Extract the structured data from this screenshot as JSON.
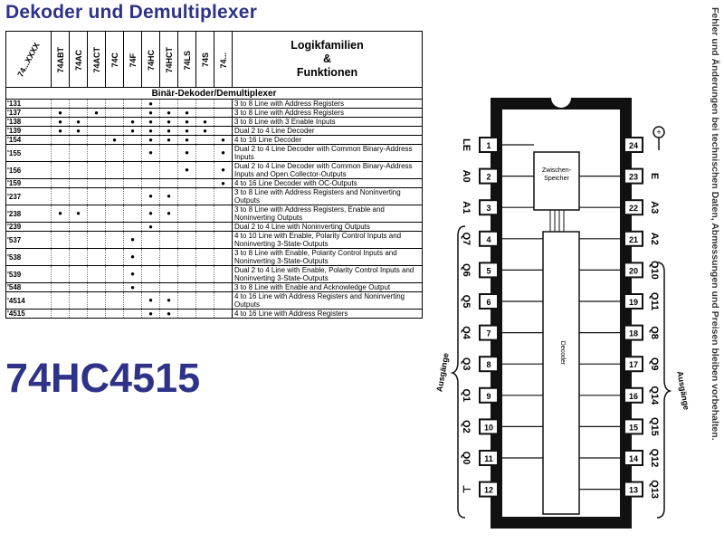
{
  "title": "Dekoder und Demultiplexer",
  "part_number": "74HC4515",
  "side_note": "Fehler und Änderungen bei technischen Daten, Abmessungen und Preisen bleiben vorbehalten.",
  "table": {
    "corner_label": "74...XXXX",
    "family_columns": [
      "74ABT",
      "74AC",
      "74ACT",
      "74C",
      "74F",
      "74HC",
      "74HCT",
      "74LS",
      "74S",
      "74..."
    ],
    "legend_header_lines": [
      "Logikfamilien",
      "&",
      "Funktionen"
    ],
    "section_label": "Binär-Dekoder/Demultiplexer",
    "dot": "●",
    "rows": [
      {
        "code": "'131",
        "dots": [
          0,
          0,
          0,
          0,
          0,
          1,
          0,
          0,
          0,
          0
        ],
        "desc": "3 to 8 Line with Address Registers"
      },
      {
        "code": "'137",
        "dots": [
          1,
          0,
          1,
          0,
          0,
          1,
          1,
          1,
          0,
          0
        ],
        "desc": "3 to 8 Line with Address Registers"
      },
      {
        "code": "'138",
        "dots": [
          1,
          1,
          0,
          0,
          1,
          1,
          1,
          1,
          1,
          0
        ],
        "desc": "3 to 8 Line with 3 Enable Inputs"
      },
      {
        "code": "'139",
        "dots": [
          1,
          1,
          0,
          0,
          1,
          1,
          1,
          1,
          1,
          0
        ],
        "desc": "Dual 2 to 4 Line Decoder"
      },
      {
        "code": "'154",
        "dots": [
          0,
          0,
          0,
          1,
          0,
          1,
          1,
          1,
          0,
          1
        ],
        "desc": "4 to 16 Line Decoder"
      },
      {
        "code": "'155",
        "dots": [
          0,
          0,
          0,
          0,
          0,
          1,
          0,
          1,
          0,
          1
        ],
        "desc": "Dual 2 to 4 Line Decoder with Common Binary-Address Inputs"
      },
      {
        "code": "'156",
        "dots": [
          0,
          0,
          0,
          0,
          0,
          0,
          0,
          1,
          0,
          1
        ],
        "desc": "Dual 2 to 4 Line Decoder with Common Binary-Address Inputs and Open Collector-Outputs"
      },
      {
        "code": "'159",
        "dots": [
          0,
          0,
          0,
          0,
          0,
          0,
          0,
          0,
          0,
          1
        ],
        "desc": "4 to 16 Line Decoder with OC-Outputs"
      },
      {
        "code": "'237",
        "dots": [
          0,
          0,
          0,
          0,
          0,
          1,
          1,
          0,
          0,
          0
        ],
        "desc": "3 to 8 Line with Address Registers and Noninverting Outputs"
      },
      {
        "code": "'238",
        "dots": [
          1,
          1,
          0,
          0,
          0,
          1,
          1,
          0,
          0,
          0
        ],
        "desc": "3 to 8 Line with Address Registers, Enable and Noninverting Outputs"
      },
      {
        "code": "'239",
        "dots": [
          0,
          0,
          0,
          0,
          0,
          1,
          0,
          0,
          0,
          0
        ],
        "desc": "Dual 2 to 4 Line with Noninverting Outputs"
      },
      {
        "code": "'537",
        "dots": [
          0,
          0,
          0,
          0,
          1,
          0,
          0,
          0,
          0,
          0
        ],
        "desc": "4 to 10 Line with Enable, Polarity Control Inputs and Noninverting 3-State-Outputs"
      },
      {
        "code": "'538",
        "dots": [
          0,
          0,
          0,
          0,
          1,
          0,
          0,
          0,
          0,
          0
        ],
        "desc": "3 to 8 Line with Enable, Polarity Control Inputs and Noninverting 3-State-Outputs"
      },
      {
        "code": "'539",
        "dots": [
          0,
          0,
          0,
          0,
          1,
          0,
          0,
          0,
          0,
          0
        ],
        "desc": "Dual 2 to 4 Line with Enable, Polarity Control Inputs and Noninverting 3-State-Outputs"
      },
      {
        "code": "'548",
        "dots": [
          0,
          0,
          0,
          0,
          1,
          0,
          0,
          0,
          0,
          0
        ],
        "desc": "3 to 8 Line with Enable and Acknowledge Output"
      },
      {
        "code": "'4514",
        "dots": [
          0,
          0,
          0,
          0,
          0,
          1,
          1,
          0,
          0,
          0
        ],
        "desc": "4 to 16 Line with Address Registers and Noninverting Outputs"
      },
      {
        "code": "'4515",
        "dots": [
          0,
          0,
          0,
          0,
          0,
          1,
          1,
          0,
          0,
          0
        ],
        "desc": "4 to 16 Line with Address Registers"
      }
    ]
  },
  "chip": {
    "left_pins": [
      {
        "num": "1",
        "label": "LE"
      },
      {
        "num": "2",
        "label": "A0"
      },
      {
        "num": "3",
        "label": "A1"
      },
      {
        "num": "4",
        "label": "Q7"
      },
      {
        "num": "5",
        "label": "Q6"
      },
      {
        "num": "6",
        "label": "Q5"
      },
      {
        "num": "7",
        "label": "Q4"
      },
      {
        "num": "8",
        "label": "Q3"
      },
      {
        "num": "9",
        "label": "Q1"
      },
      {
        "num": "10",
        "label": "Q2"
      },
      {
        "num": "11",
        "label": "Q0"
      },
      {
        "num": "12",
        "label": "⊥"
      }
    ],
    "right_pins": [
      {
        "num": "24",
        "label": ""
      },
      {
        "num": "23",
        "label": "E"
      },
      {
        "num": "22",
        "label": "A3"
      },
      {
        "num": "21",
        "label": "A2"
      },
      {
        "num": "20",
        "label": "Q10"
      },
      {
        "num": "19",
        "label": "Q11"
      },
      {
        "num": "18",
        "label": "Q8"
      },
      {
        "num": "17",
        "label": "Q9"
      },
      {
        "num": "16",
        "label": "Q14"
      },
      {
        "num": "15",
        "label": "Q15"
      },
      {
        "num": "14",
        "label": "Q12"
      },
      {
        "num": "13",
        "label": "Q13"
      }
    ],
    "latch_label_line1": "Zwischen-",
    "latch_label_line2": "Speicher",
    "decoder_label": "Decoder",
    "outputs_label": "Ausgänge",
    "power_symbol": "+"
  }
}
